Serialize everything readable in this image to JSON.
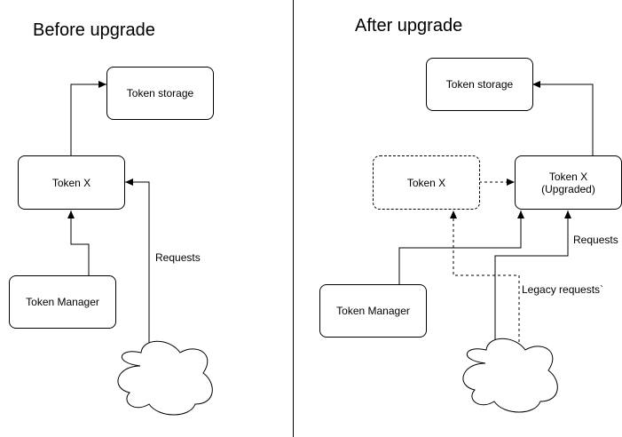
{
  "before": {
    "title": "Before upgrade",
    "token_storage": "Token storage",
    "token_x": "Token X",
    "token_manager": "Token Manager",
    "requests_label": "Requests"
  },
  "after": {
    "title": "After upgrade",
    "token_storage": "Token storage",
    "token_x_old": "Token X",
    "token_x_upgraded_line1": "Token X",
    "token_x_upgraded_line2": "(Upgraded)",
    "token_manager": "Token Manager",
    "requests_label": "Requests",
    "legacy_requests_label": "Legacy requests`"
  },
  "colors": {
    "stroke": "#000000",
    "background": "#ffffff"
  }
}
